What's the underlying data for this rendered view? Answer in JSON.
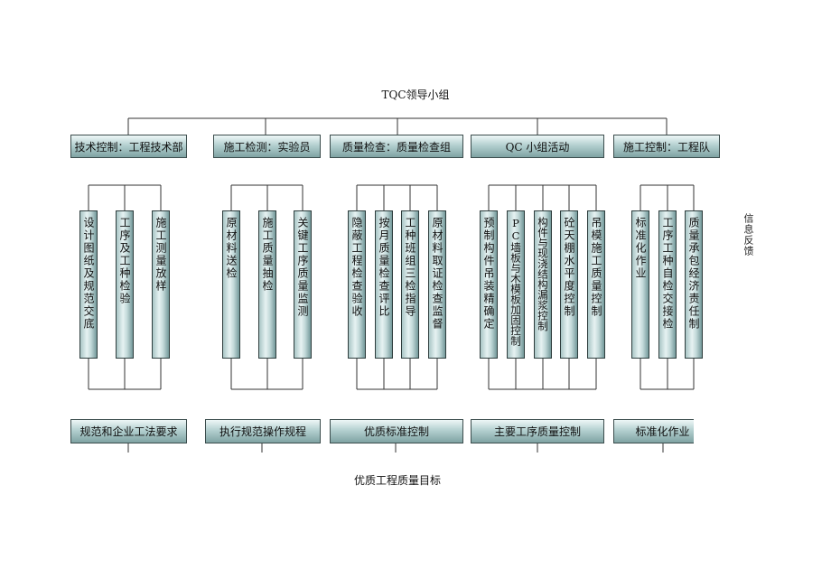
{
  "root": "TQC领导小组",
  "goal": "优质工程质量目标",
  "feedback": "信息反馈",
  "groups": [
    {
      "category": "技术控制：工程技术部",
      "bottom": "规范和企业工法要求",
      "items": [
        "设计图纸及规范交底",
        "工序及工种检验",
        "施工测量放样"
      ]
    },
    {
      "category": "施工检测：实验员",
      "bottom": "执行规范操作规程",
      "items": [
        "原材料送检",
        "施工质量抽检",
        "关键工序质量监测"
      ]
    },
    {
      "category": "质量检查：质量检查组",
      "bottom": "优质标准控制",
      "items": [
        "隐蔽工程检查验收",
        "按月质量检查评比",
        "工种班组三检指导",
        "原材料取证检查监督"
      ]
    },
    {
      "category": "QC 小组活动",
      "bottom": "主要工序质量控制",
      "items": [
        "预制构件吊装精确定",
        "PC墙板与木模板加固控制",
        "构件与现浇结构漏浆控制",
        "砼天棚水平度控制",
        "吊模施工质量控制"
      ]
    },
    {
      "category": "施工控制：工程队",
      "bottom": "标准化作业",
      "items": [
        "标准化作业",
        "工序工种自检交接检",
        "质量承包经济责任制"
      ]
    }
  ]
}
